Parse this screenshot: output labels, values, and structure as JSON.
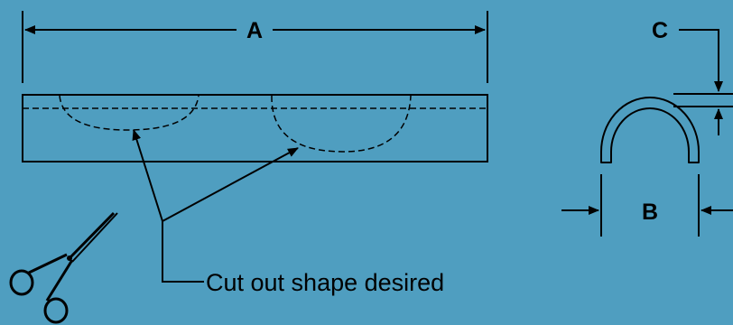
{
  "diagram": {
    "background_color": "#4F9EC0",
    "line_color": "#000000",
    "dimensions": {
      "a_label": "A",
      "b_label": "B",
      "c_label": "C"
    },
    "callout": {
      "text": "Cut out shape desired"
    },
    "icons": {
      "tool": "hemostat-scissors-icon"
    }
  }
}
